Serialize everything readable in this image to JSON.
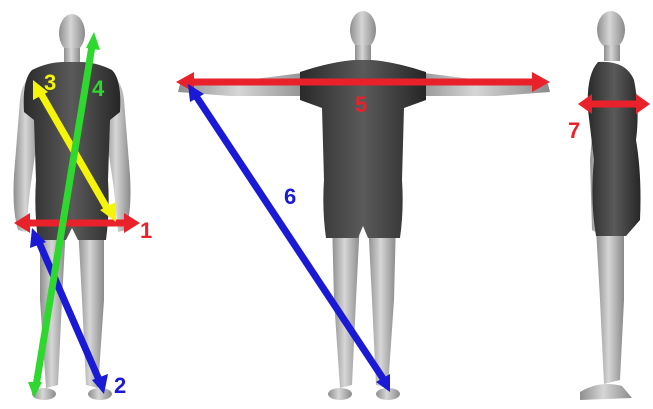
{
  "colors": {
    "red": "#e8212a",
    "blue": "#1a1ad6",
    "yellow": "#f5f50a",
    "green": "#2fd82f",
    "skin_dark": "#3a3a3a",
    "skin_light": "#b9b9b9"
  },
  "measurements": [
    {
      "id": "1",
      "label": "1",
      "color": "red"
    },
    {
      "id": "2",
      "label": "2",
      "color": "blue"
    },
    {
      "id": "3",
      "label": "3",
      "color": "yellow"
    },
    {
      "id": "4",
      "label": "4",
      "color": "green"
    },
    {
      "id": "5",
      "label": "5",
      "color": "red"
    },
    {
      "id": "6",
      "label": "6",
      "color": "blue"
    },
    {
      "id": "7",
      "label": "7",
      "color": "red"
    }
  ]
}
